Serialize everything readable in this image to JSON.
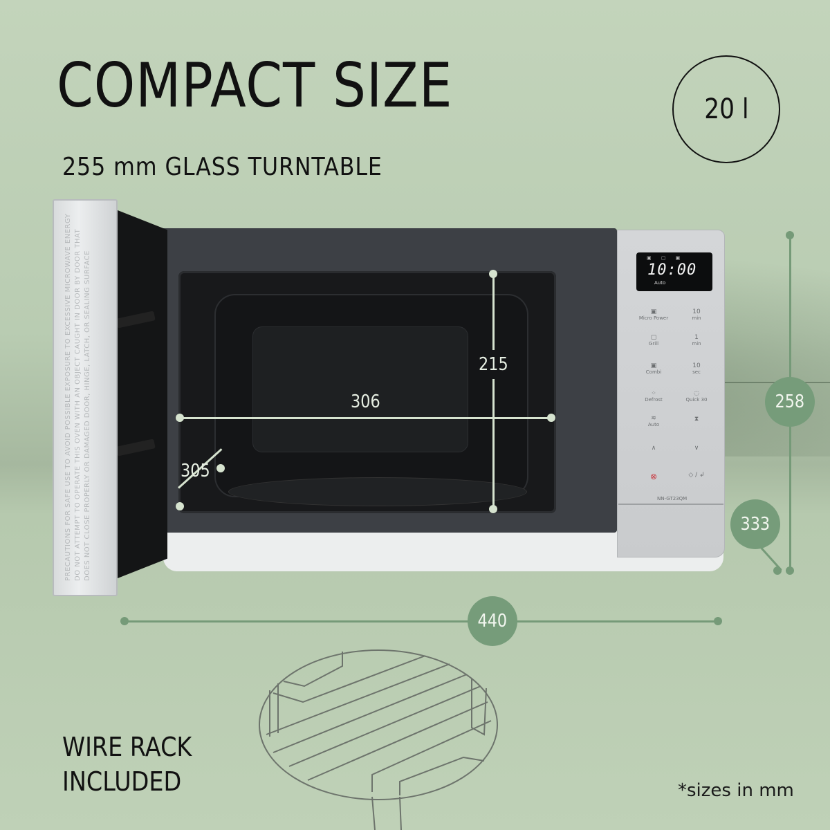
{
  "headline": "COMPACT SIZE",
  "subheadline": "255 mm GLASS TURNTABLE",
  "capacity_badge": "20 l",
  "microwave": {
    "display": {
      "time": "10:00",
      "mode": "Auto",
      "icons": "▣ ▢ ▣"
    },
    "buttons": [
      {
        "label": "Micro Power",
        "icon": "▣"
      },
      {
        "label": "10",
        "sub": "min"
      },
      {
        "label": "Grill",
        "icon": "▢"
      },
      {
        "label": "1",
        "sub": "min"
      },
      {
        "label": "Combi",
        "icon": "▣"
      },
      {
        "label": "10",
        "sub": "sec"
      },
      {
        "label": "Defrost",
        "icon": "⁘"
      },
      {
        "label": "Quick 30",
        "icon": "◌"
      },
      {
        "label": "Auto",
        "icon": "≋"
      },
      {
        "label": "",
        "icon": "⧗"
      },
      {
        "label": "",
        "icon": "∧"
      },
      {
        "label": "",
        "icon": "∨"
      },
      {
        "label": "",
        "icon": "⊗"
      },
      {
        "label": "",
        "icon": "◇ / ↲"
      }
    ],
    "model": "NN-GT23QM",
    "door_warning": "PRECAUTIONS FOR SAFE USE TO AVOID POSSIBLE EXPOSURE TO EXCESSIVE MICROWAVE ENERGY DO NOT ATTEMPT TO OPERATE THIS OVEN WITH AN OBJECT CAUGHT IN DOOR BY DOOR THAT DOES NOT CLOSE PROPERLY OR DAMAGED DOOR, HINGE, LATCH, OR SEALING SURFACE"
  },
  "dimensions": {
    "interior_width": "306",
    "interior_height": "215",
    "interior_depth": "305",
    "exterior_width": "440",
    "exterior_height": "258",
    "exterior_depth": "333"
  },
  "accessory_label_line1": "WIRE RACK",
  "accessory_label_line2": "INCLUDED",
  "footnote": "*sizes in mm"
}
